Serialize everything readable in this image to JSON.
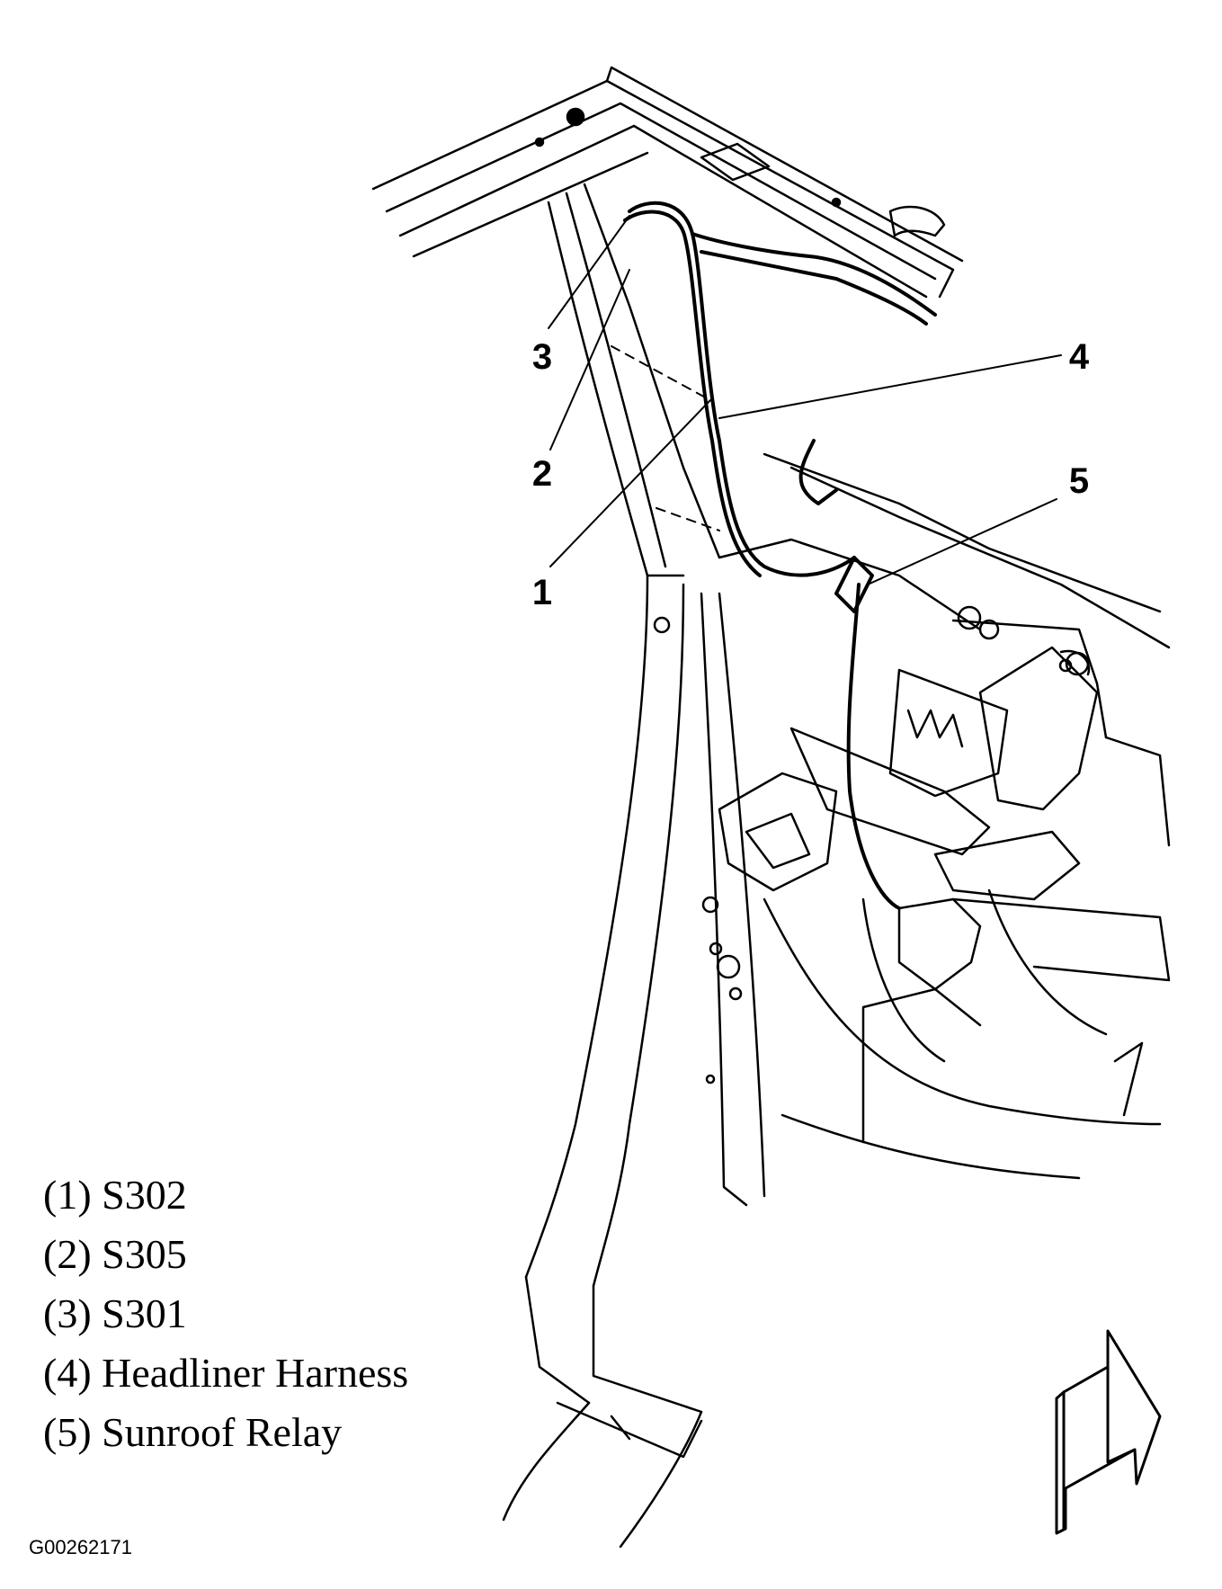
{
  "callouts": [
    "1",
    "2",
    "3",
    "4",
    "5"
  ],
  "legend": [
    {
      "key": "(1)",
      "label": "S302"
    },
    {
      "key": "(2)",
      "label": "S305"
    },
    {
      "key": "(3)",
      "label": "S301"
    },
    {
      "key": "(4)",
      "label": "Headliner Harness"
    },
    {
      "key": "(5)",
      "label": "Sunroof Relay"
    }
  ],
  "figure_code": "G00262171",
  "colors": {
    "ink": "#000000",
    "paper": "#ffffff"
  }
}
